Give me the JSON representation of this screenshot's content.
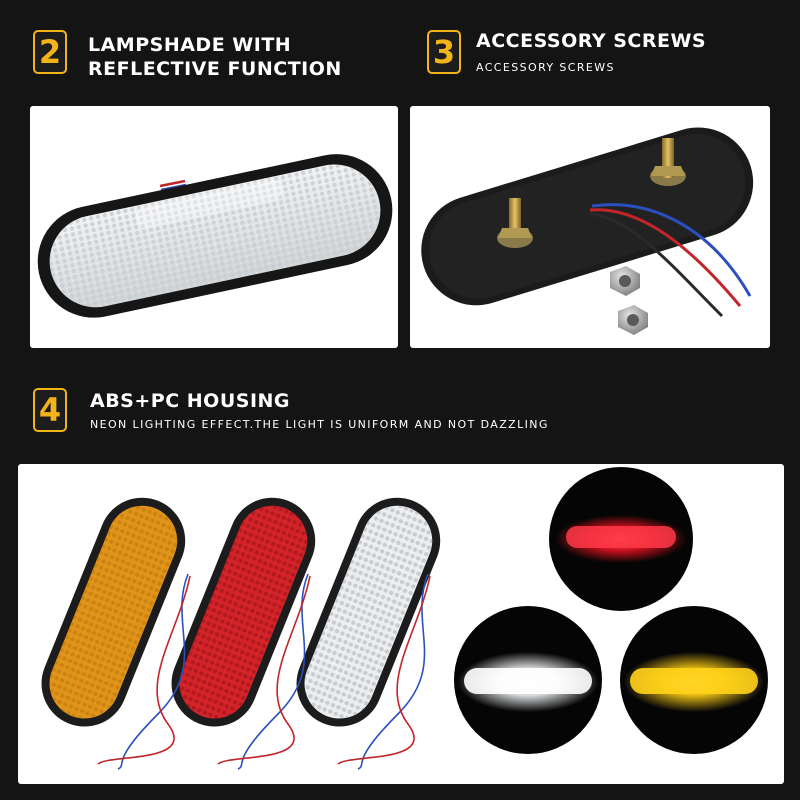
{
  "sections": {
    "lampshade": {
      "number": "2",
      "title_line1": "Lampshade with",
      "title_line2": "reflective function"
    },
    "screws": {
      "number": "3",
      "title": "Accessory screws",
      "subtitle": "accessory screws"
    },
    "housing": {
      "number": "4",
      "title": "ABS+PC Housing",
      "subtitle": "neon lighting effect.the light is uniform and not dazzling"
    }
  },
  "colors": {
    "accent": "#f2b418",
    "background": "#141414",
    "panel": "#ffffff",
    "amber_lens": "#d98a12",
    "red_lens": "#c81e22",
    "white_lens": "#dfe2e4",
    "glow_red": "#ff2a3a",
    "glow_white": "#ffffff",
    "glow_yellow": "#ffd21a"
  },
  "icons": [
    "number-badge-2",
    "number-badge-3",
    "number-badge-4",
    "reflector-lamp-image",
    "lamp-back-screws-image",
    "three-lamps-image",
    "light-glow-red-image",
    "light-glow-white-image",
    "light-glow-yellow-image"
  ]
}
